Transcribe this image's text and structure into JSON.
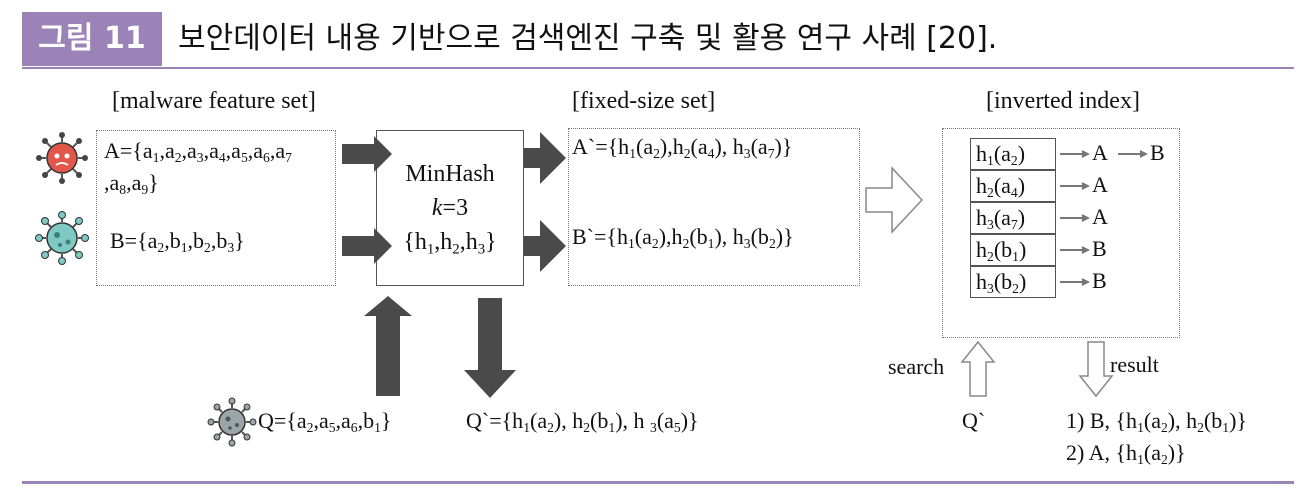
{
  "figure": {
    "badge": "그림 11",
    "caption": "보안데이터 내용 기반으로 검색엔진 구축 및 활용 연구 사례 [20]."
  },
  "headers": {
    "malware": "[malware feature set]",
    "fixed": "[fixed-size set]",
    "inverted": "[inverted index]"
  },
  "sets": {
    "A_line1": "A={a<sub>1</sub>,a<sub>2</sub>,a<sub>3</sub>,a<sub>4</sub>,a<sub>5</sub>,a<sub>6</sub>,a<sub>7</sub>",
    "A_line2": ",a<sub>8</sub>,a<sub>9</sub>}",
    "B": "B={a<sub>2</sub>,b<sub>1</sub>,b<sub>2</sub>,b<sub>3</sub>}",
    "Q": "Q={a<sub>2</sub>,a<sub>5</sub>,a<sub>6</sub>,b<sub>1</sub>}"
  },
  "minhash": {
    "title": "MinHash",
    "k_var": "k",
    "k_val": "=3",
    "funcs": "{h<sub>1</sub>,h<sub>2</sub>,h<sub>3</sub>}"
  },
  "signatures": {
    "A": "A`={h<sub>1</sub>(a<sub>2</sub>),h<sub>2</sub>(a<sub>4</sub>), h<sub>3</sub>(a<sub>7</sub>)}",
    "B": "B`={h<sub>1</sub>(a<sub>2</sub>),h<sub>2</sub>(b<sub>1</sub>), h<sub>3</sub>(b<sub>2</sub>)}",
    "Q": "Q`={h<sub>1</sub>(a<sub>2</sub>), h<sub>2</sub>(b<sub>1</sub>), h <sub>3</sub>(a<sub>5</sub>)}"
  },
  "index": [
    {
      "key": "h<sub>1</sub>(a<sub>2</sub>)",
      "targets": [
        "A",
        "B"
      ]
    },
    {
      "key": "h<sub>2</sub>(a<sub>4</sub>)",
      "targets": [
        "A"
      ]
    },
    {
      "key": "h<sub>3</sub>(a<sub>7</sub>)",
      "targets": [
        "A"
      ]
    },
    {
      "key": "h<sub>2</sub>(b<sub>1</sub>)",
      "targets": [
        "B"
      ]
    },
    {
      "key": "h<sub>3</sub>(b<sub>2</sub>)",
      "targets": [
        "B"
      ]
    }
  ],
  "query": {
    "search_label": "search",
    "result_label": "result",
    "q_label": "Q`",
    "result_1": "1) B, {h<sub>1</sub>(a<sub>2</sub>), h<sub>2</sub>(b<sub>1</sub>)}",
    "result_2": "2) A, {h<sub>1</sub>(a<sub>2</sub>)}"
  },
  "colors": {
    "accent": "#9b83b8",
    "arrow_dark": "#4a4a4a",
    "virus_red": "#e2574c",
    "virus_teal": "#7fc9c4"
  },
  "icons": [
    "virus-red-icon",
    "virus-teal-icon",
    "virus-gray-icon"
  ]
}
